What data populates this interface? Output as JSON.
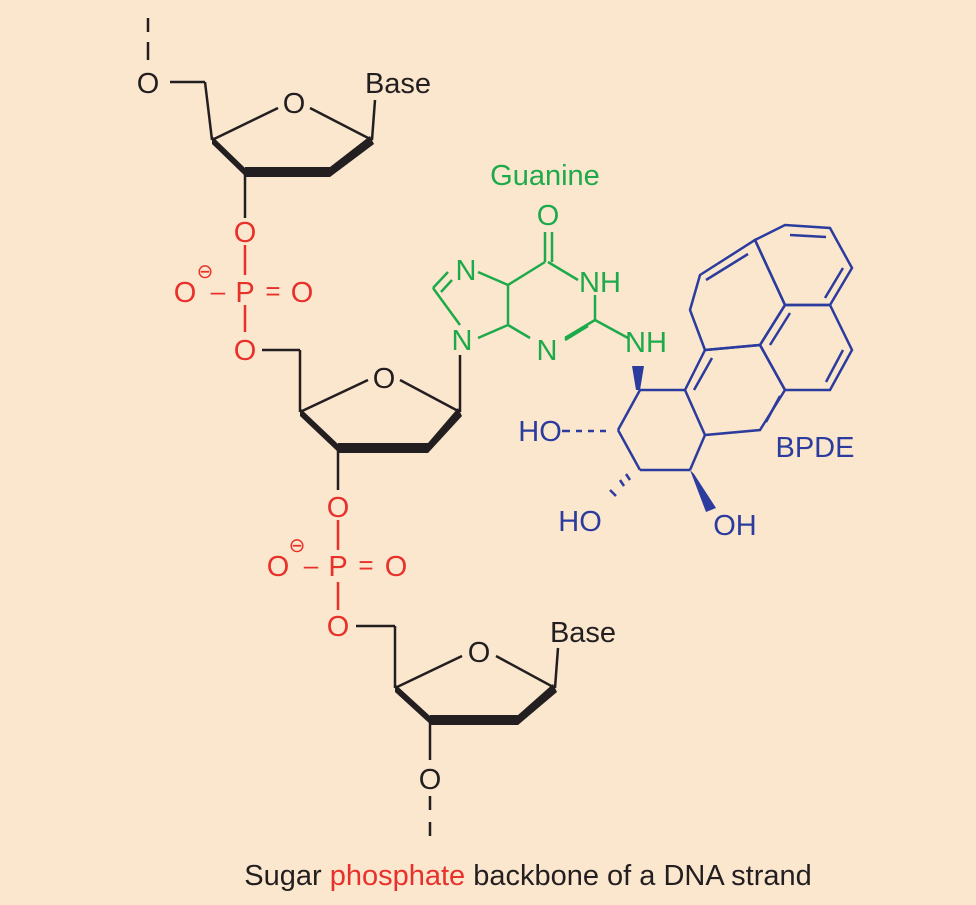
{
  "colors": {
    "background": "#fbe6ce",
    "sugar": "#231f20",
    "phosphate": "#e8312a",
    "guanine": "#1daa4a",
    "bpde": "#2b3c9e"
  },
  "labels": {
    "o": "O",
    "p": "P",
    "n": "N",
    "nh": "NH",
    "base": "Base",
    "guanine": "Guanine",
    "bpde": "BPDE",
    "ho": "HO",
    "oh": "OH",
    "minus": "⊖",
    "dash": "–",
    "equals": "="
  },
  "caption": {
    "part1": "Sugar ",
    "part2": "phosphate",
    "part3": " backbone of a DNA strand"
  }
}
